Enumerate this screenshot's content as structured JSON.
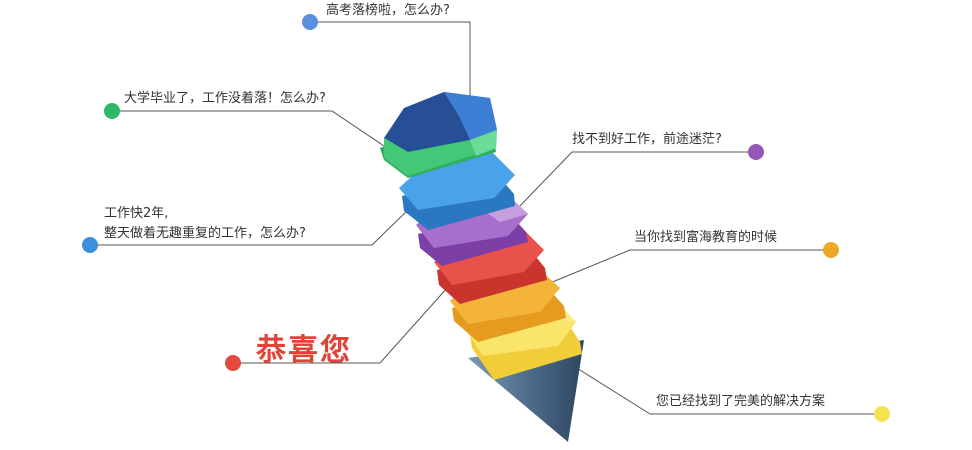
{
  "labels": {
    "gaokao": "高考落榜啦，怎么办?",
    "graduate": "大学毕业了，工作没着落！怎么办?",
    "no_job": "找不到好工作，前途迷茫?",
    "two_years_line1": "工作快2年,",
    "two_years_line2": "整天做着无趣重复的工作，怎么办?",
    "found_fuhai": "当你找到富海教育的时候",
    "congrats": "恭喜您",
    "solution": "您已经找到了完美的解决方案"
  },
  "colors": {
    "dot_gaokao": "#5b8fe0",
    "dot_graduate": "#2fb865",
    "dot_no_job": "#9457b5",
    "dot_two_years": "#3b8fdb",
    "dot_found": "#eda826",
    "dot_congrats": "#e34b3c",
    "dot_solution": "#f4e24f",
    "congrats_text": "#e04436",
    "leader_line": "#555555",
    "tier_navy": "#2e5ea8",
    "tier_green": "#3cc773",
    "tier_blue": "#3a95de",
    "tier_purple": "#9556bd",
    "tier_red": "#e0443a",
    "tier_orange": "#f0a326",
    "tier_yellow": "#f7dd45",
    "cone": "#4f6f8f"
  }
}
